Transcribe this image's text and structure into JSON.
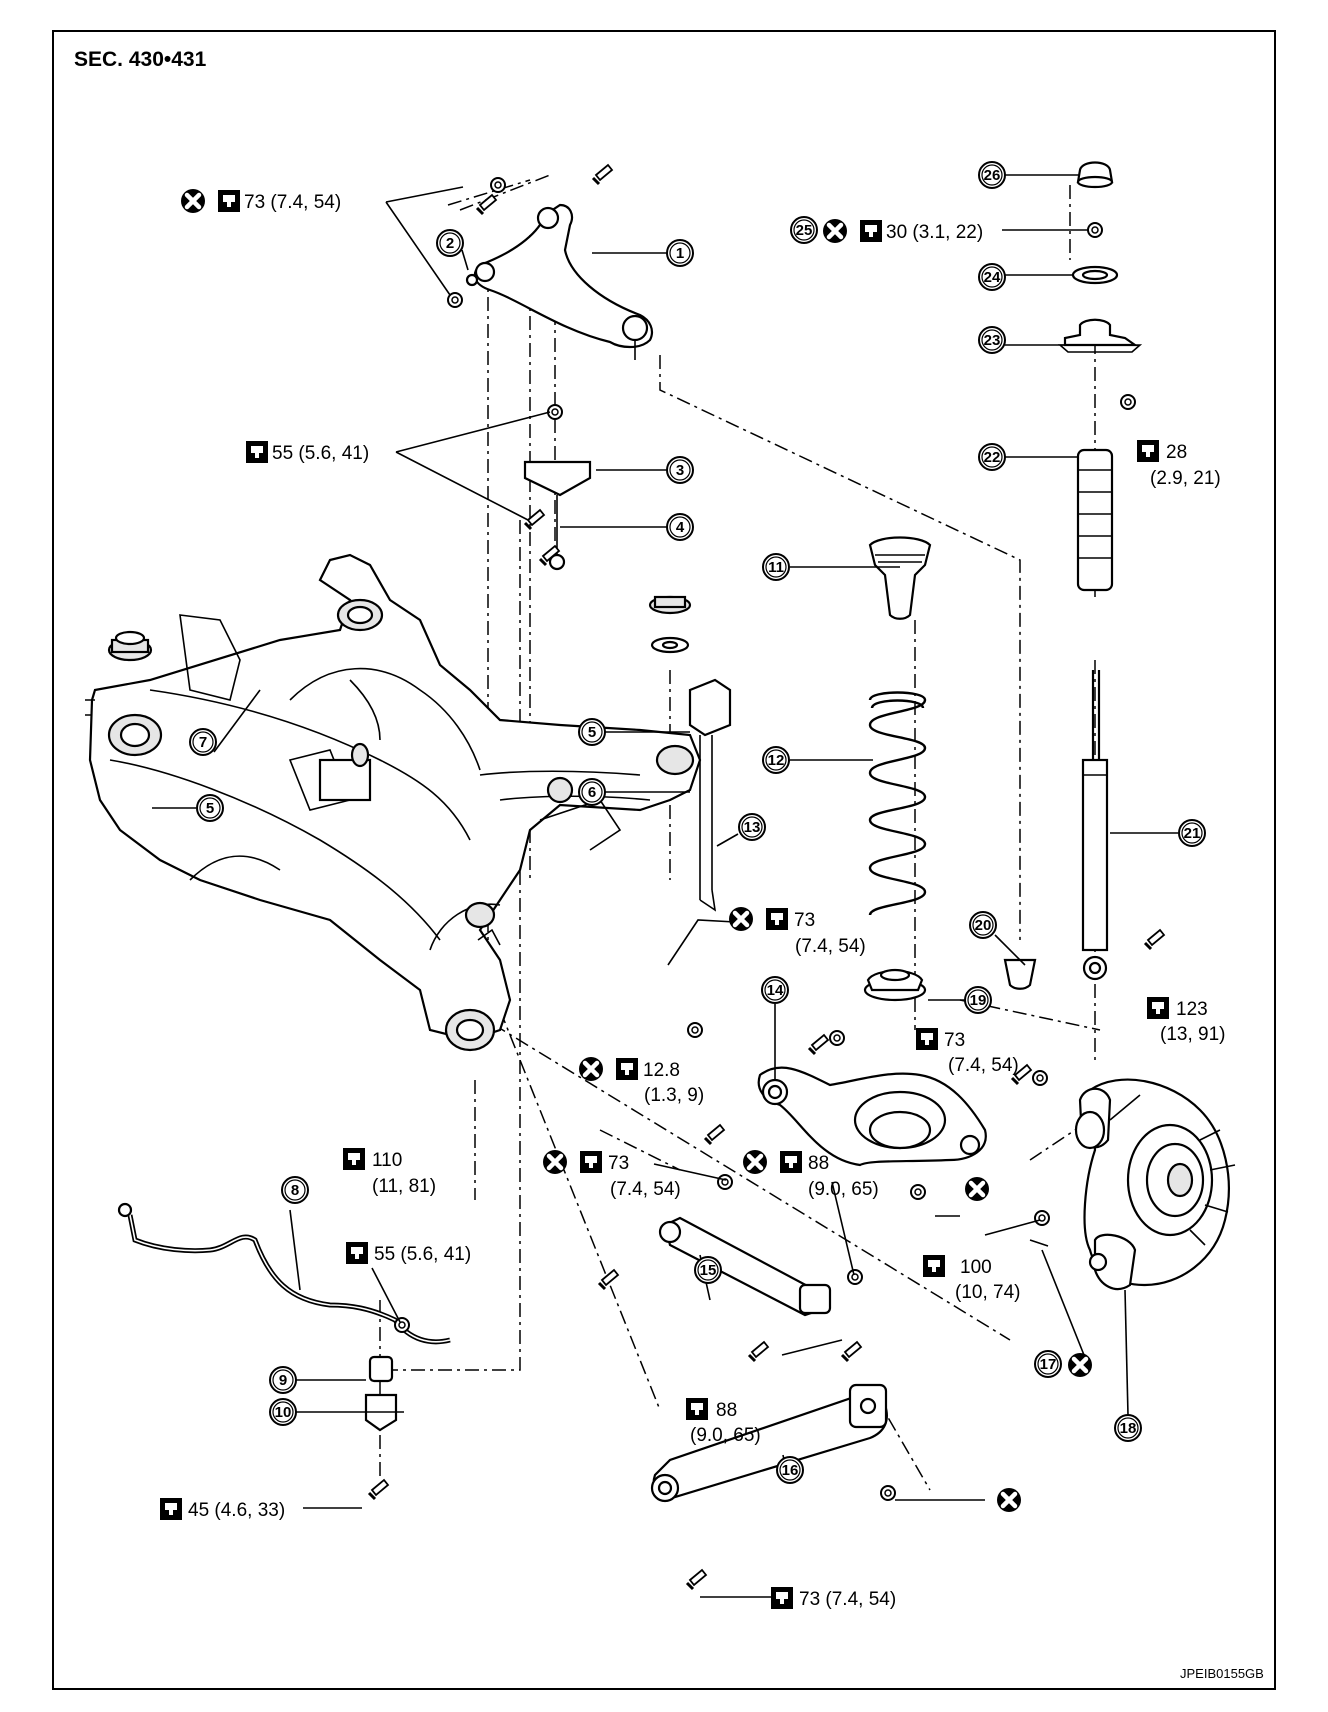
{
  "header": {
    "section": "SEC. 430•431"
  },
  "footer": {
    "code": "JPEIB0155GB"
  },
  "colors": {
    "line": "#000000",
    "background": "#ffffff"
  },
  "icons": {
    "torque": "torque-wrench-icon",
    "replace": "do-not-reuse-icon"
  },
  "callouts": {
    "c1": "1",
    "c2": "2",
    "c3": "3",
    "c4": "4",
    "c5": "5",
    "c6": "6",
    "c7": "7",
    "c8": "8",
    "c9": "9",
    "c10": "10",
    "c11": "11",
    "c12": "12",
    "c13": "13",
    "c14": "14",
    "c15": "15",
    "c16": "16",
    "c17": "17",
    "c18": "18",
    "c19": "19",
    "c20": "20",
    "c21": "21",
    "c22": "22",
    "c23": "23",
    "c24": "24",
    "c25": "25",
    "c26": "26"
  },
  "torques": {
    "t_upper_link": "73 (7.4, 54)",
    "t_bracket": "55 (5.6, 41)",
    "t_mount_nut": "30 (3.1, 22)",
    "t_strut_top_a": "28",
    "t_strut_top_b": "(2.9, 21)",
    "t_shock_lower_a": "123",
    "t_shock_lower_b": "(13, 91)",
    "t_sensor_a": "73",
    "t_sensor_b": "(7.4, 54)",
    "t_lower_arm_a": "73",
    "t_lower_arm_b": "(7.4, 54)",
    "t_sensor_nut_a": "12.8",
    "t_sensor_nut_b": "(1.3, 9)",
    "t_member_a": "110",
    "t_member_b": "(11, 81)",
    "t_front_link_a": "73",
    "t_front_link_b": "(7.4, 54)",
    "t_front_link_c_a": "88",
    "t_front_link_c_b": "(9.0, 65)",
    "t_knuckle_a": "100",
    "t_knuckle_b": "(10, 74)",
    "t_stab_link": "55 (5.6, 41)",
    "t_radius_a": "88",
    "t_radius_b": "(9.0, 65)",
    "t_clamp": "45 (4.6, 33)",
    "t_rear_link": "73 (7.4, 54)"
  }
}
